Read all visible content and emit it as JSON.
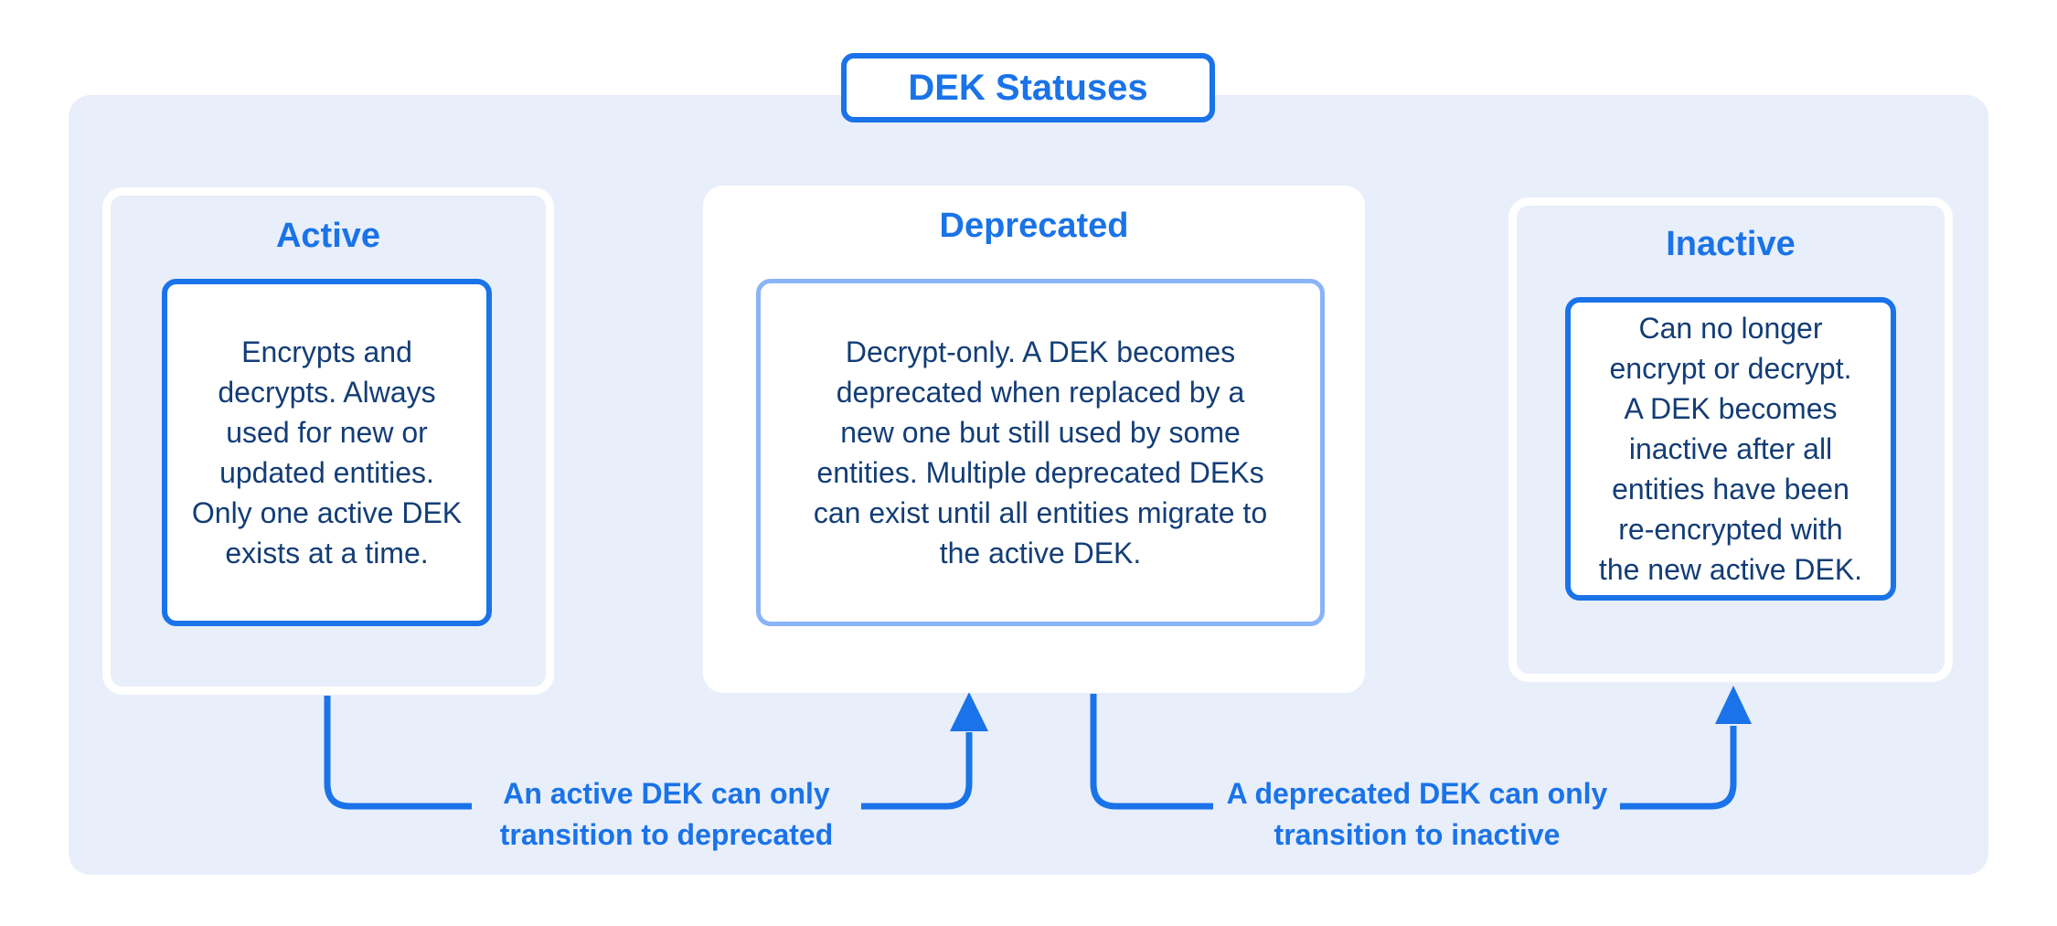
{
  "diagram": {
    "title": "DEK Statuses",
    "cards": [
      {
        "id": "active",
        "title": "Active",
        "body": "Encrypts and\ndecrypts. Always\nused for new or\nupdated entities.\nOnly one active DEK\nexists at a time."
      },
      {
        "id": "deprecated",
        "title": "Deprecated",
        "body": "Decrypt-only. A DEK becomes\ndeprecated when replaced by a\nnew one but still used by some\nentities. Multiple deprecated DEKs\ncan exist until all entities migrate to\nthe active DEK."
      },
      {
        "id": "inactive",
        "title": "Inactive",
        "body": "Can no longer\nencrypt or decrypt.\nA DEK becomes\ninactive after all\nentities have been\nre-encrypted with\nthe new active DEK."
      }
    ],
    "transitions": [
      {
        "from": "active",
        "to": "deprecated",
        "label": "An active DEK can only\ntransition to deprecated"
      },
      {
        "from": "deprecated",
        "to": "inactive",
        "label": "A deprecated DEK can only\ntransition to inactive"
      }
    ],
    "colors": {
      "accent_blue": "#1a73e8",
      "light_blue_border": "#8ab4f8",
      "body_text_navy": "#133d76",
      "container_background": "#e8eefa",
      "card_white": "#ffffff"
    }
  }
}
